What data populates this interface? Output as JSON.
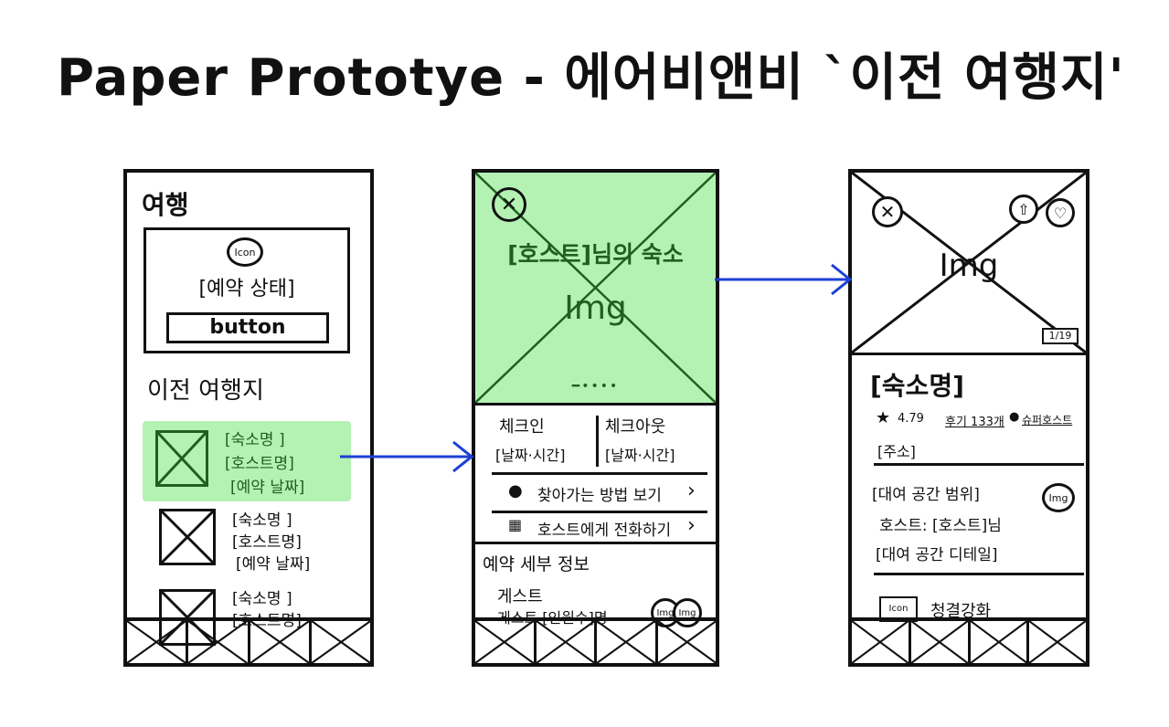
{
  "page_title": "Paper Prototye - 에어비앤비 `이전 여행지'",
  "colors": {
    "highlight": "#b4f2b4",
    "highlight_text": "#1f5f1f",
    "arrow": "#1d3fd6",
    "ink": "#111111"
  },
  "screen1": {
    "heading": "여행",
    "status_card": {
      "icon": "Icon",
      "status": "[예약 상태]",
      "button": "button"
    },
    "past_trips_title": "이전 여행지",
    "trips": [
      {
        "name": "[숙소명 ]",
        "host": "[호스트명]",
        "date": "[예약 날짜]"
      },
      {
        "name": "[숙소명 ]",
        "host": "[호스트명]",
        "date": "[예약 날짜]"
      },
      {
        "name": "[숙소명 ]",
        "host": "[호스트명]"
      }
    ]
  },
  "screen2": {
    "hero_title": "[호스트]님의 숙소",
    "hero_img": "Img",
    "pager_dots": "━••••",
    "checkin_label": "체크인",
    "checkin_value": "[날짜·시간]",
    "checkout_label": "체크아웃",
    "checkout_value": "[날짜·시간]",
    "directions_link": "찾아가는 방법 보기",
    "contact_host_link": "호스트에게 전화하기",
    "details_title": "예약 세부 정보",
    "guests_label": "게스트",
    "guests_value": "게스트 [인원수]명",
    "avatar_labels": [
      "Img",
      "Img"
    ]
  },
  "screen3": {
    "img_label": "Img",
    "photo_counter": "1/19",
    "listing_name": "[숙소명]",
    "rating": "4.79",
    "reviews": "후기 133개",
    "superhost": "슈퍼호스트",
    "address": "[주소]",
    "rental_scope": "[대여 공간 범위]",
    "host_line": "호스트: [호스트]님",
    "rental_detail": "[대여 공간 디테일]",
    "host_avatar": "Img",
    "cleaning_icon": "Icon",
    "cleaning_label": "청결강화"
  }
}
